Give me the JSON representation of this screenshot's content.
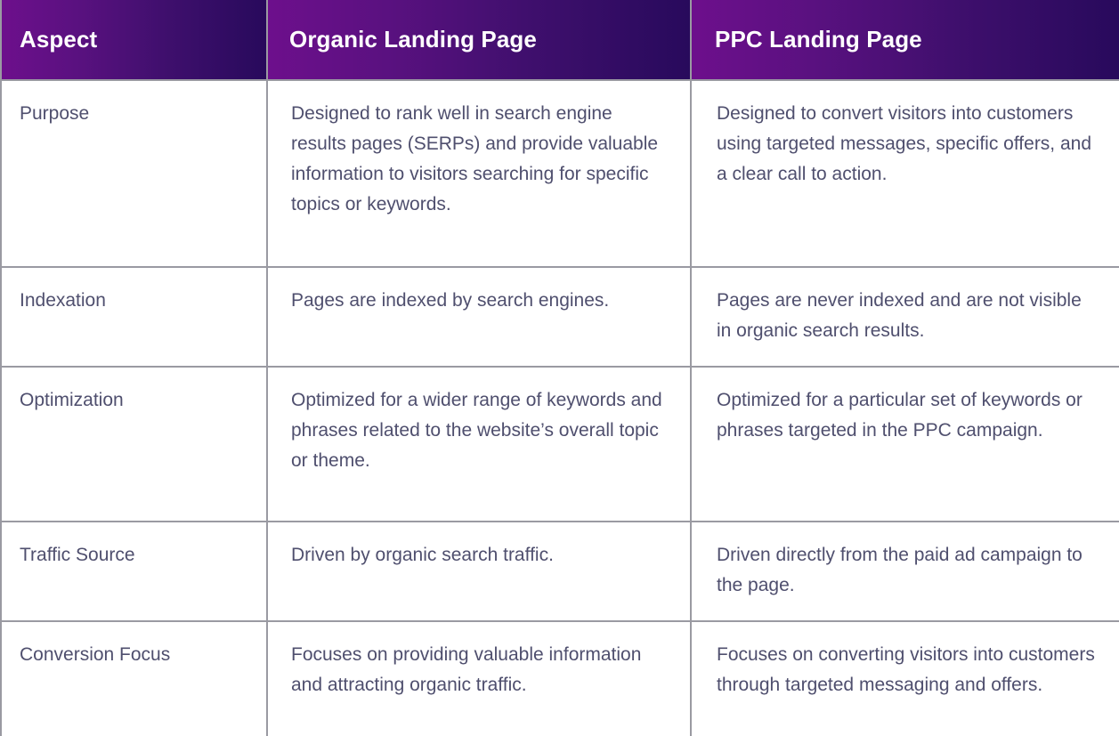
{
  "table": {
    "columns": [
      {
        "key": "aspect",
        "label": "Aspect"
      },
      {
        "key": "organic",
        "label": "Organic Landing Page"
      },
      {
        "key": "ppc",
        "label": "PPC Landing Page"
      }
    ],
    "rows": [
      {
        "aspect": "Purpose",
        "organic": "Designed to rank well in search engine results pages (SERPs) and provide valuable information to visitors searching for specific topics or keywords.",
        "ppc": "Designed to convert visitors into customers using targeted messages, specific offers, and a clear call to action."
      },
      {
        "aspect": "Indexation",
        "organic": "Pages are indexed by search engines.",
        "ppc": "Pages are never indexed and are not visible in organic search results."
      },
      {
        "aspect": "Optimization",
        "organic": "Optimized for a wider range of keywords and phrases related to the website’s overall topic or theme.",
        "ppc": "Optimized for a particular set of keywords or phrases targeted in the PPC campaign."
      },
      {
        "aspect": "Traffic Source",
        "organic": "Driven by organic search traffic.",
        "ppc": "Driven directly from the paid ad campaign to the page."
      },
      {
        "aspect": "Conversion Focus",
        "organic": "Focuses on providing valuable information and attracting organic traffic.",
        "ppc": "Focuses on converting visitors into customers through targeted messaging and offers."
      }
    ]
  },
  "colors": {
    "header_gradient_start": "#6d0f8c",
    "header_gradient_end": "#280a5c",
    "header_text": "#ffffff",
    "body_text": "#4f4f6e",
    "border": "#9a9aa2",
    "cell_background": "#ffffff"
  }
}
